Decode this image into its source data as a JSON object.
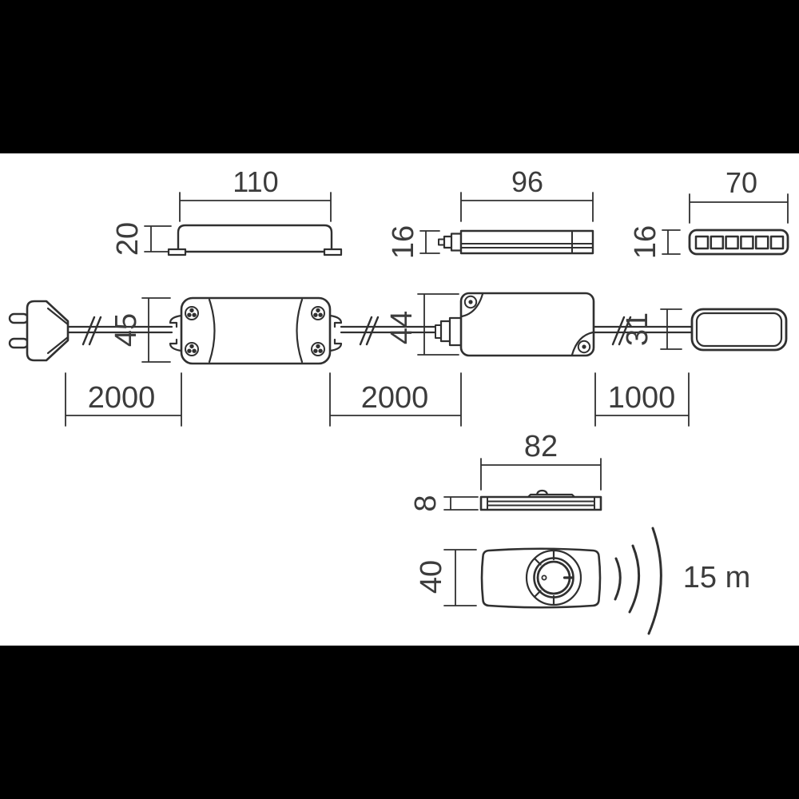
{
  "canvas": {
    "background": "#ffffff",
    "letterbox_color": "#000000",
    "line_color": "#303030",
    "text_color": "#3c3c3c"
  },
  "drawing": {
    "views": {
      "cover_side": {
        "width_label": "110",
        "height_label": "20"
      },
      "driver_side": {
        "width_label": "96",
        "height_label": "16"
      },
      "distributor_front": {
        "width_label": "70",
        "height_label": "16",
        "socket_count": 6
      },
      "power_supply_top": {
        "height_label": "45"
      },
      "driver_top": {
        "height_label": "44"
      },
      "distributor_top": {
        "height_label": "31"
      }
    },
    "cable_lengths": {
      "mains_cable": "2000",
      "output_cable": "2000",
      "distributor_cable": "1000"
    },
    "remote": {
      "width_label": "82",
      "thickness_label": "8",
      "height_label": "40",
      "wireless_range_label": "15 m"
    }
  }
}
